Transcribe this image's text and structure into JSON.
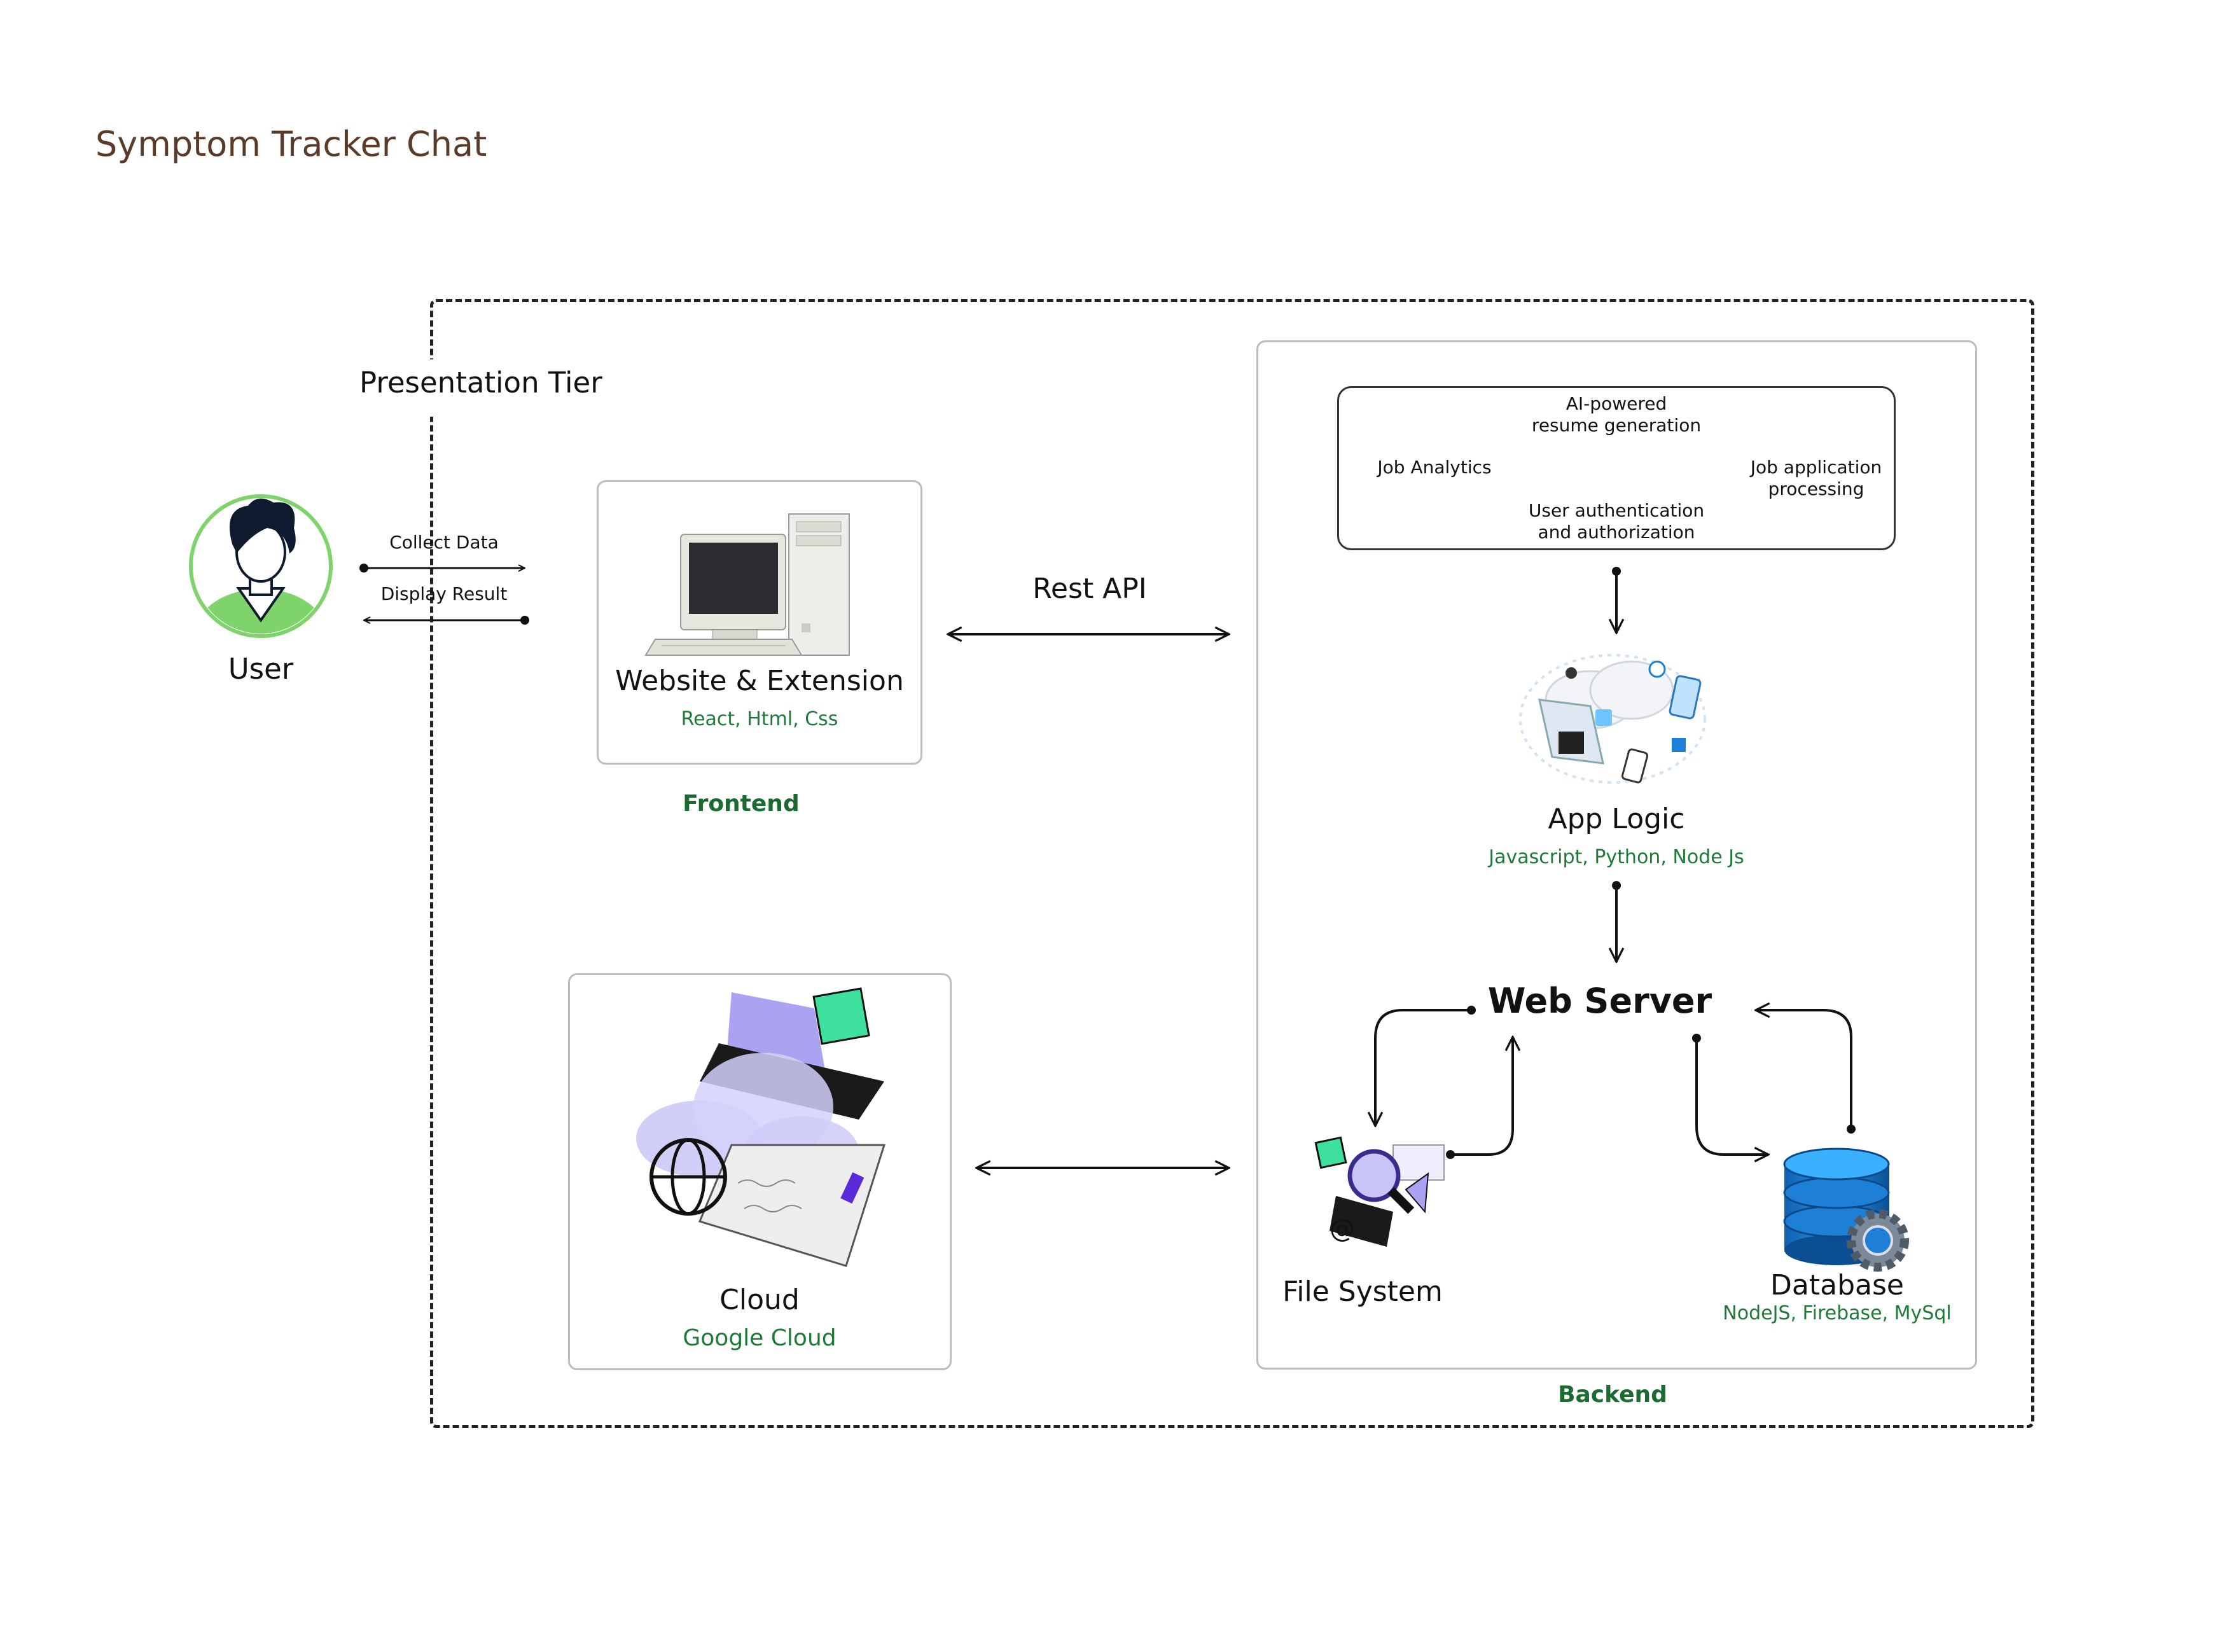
{
  "page": {
    "title": "Symptom Tracker Chat"
  },
  "presentation_tier": {
    "label": "Presentation Tier"
  },
  "user": {
    "label": "User",
    "collect_label": "Collect Data",
    "display_label": "Display Result"
  },
  "frontend": {
    "title": "Website & Extension",
    "tech": "React, Html, Css",
    "section_label": "Frontend"
  },
  "api": {
    "label": "Rest API"
  },
  "backend": {
    "section_label": "Backend",
    "features": {
      "ai_resume": "AI-powered\nresume generation",
      "job_analytics": "Job Analytics",
      "job_processing": "Job application\nprocessing",
      "auth": "User authentication\nand authorization"
    },
    "app_logic": {
      "title": "App Logic",
      "tech": "Javascript, Python, Node Js"
    },
    "web_server": {
      "title": "Web Server"
    },
    "file_system": {
      "title": "File System"
    },
    "database": {
      "title": "Database",
      "tech": "NodeJS, Firebase, MySql"
    }
  },
  "cloud": {
    "title": "Cloud",
    "provider": "Google Cloud"
  },
  "colors": {
    "title_brown": "#5a3b2a",
    "tech_green": "#1f7a3a",
    "section_green": "#1a6b30",
    "avatar_ring": "#7fd36b",
    "accent_purple": "#a9a3f2",
    "accent_mint": "#3ee0a0",
    "db_blue": "#1e7fd6"
  }
}
